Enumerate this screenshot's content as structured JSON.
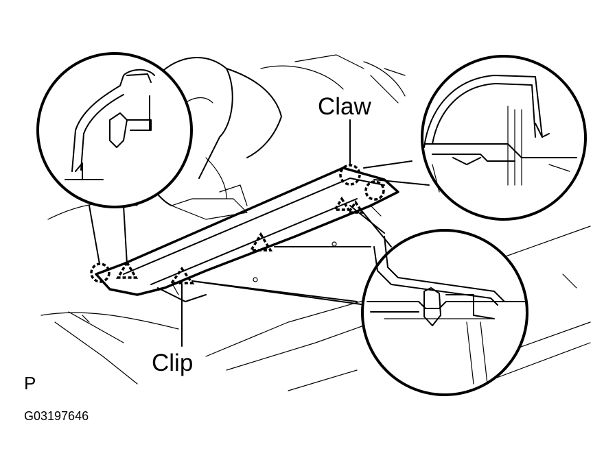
{
  "labels": {
    "claw": "Claw",
    "clip": "Clip",
    "view": "P",
    "figure_code": "G03197646"
  },
  "colors": {
    "line": "#000000",
    "background": "#ffffff"
  }
}
